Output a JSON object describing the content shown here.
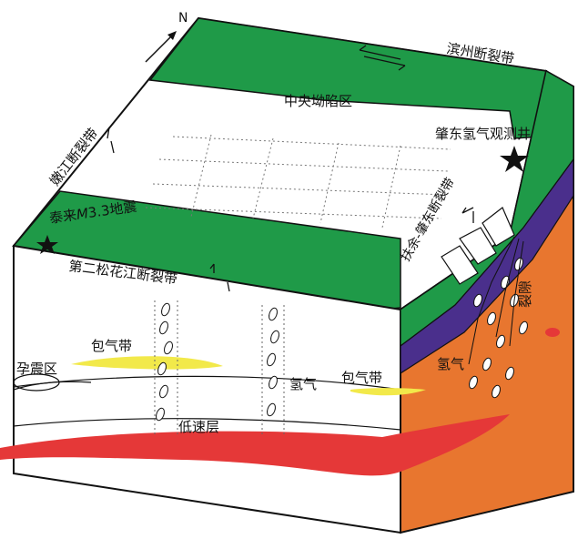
{
  "north_label": "N",
  "labels": {
    "binzhou_fault": "滨州断裂带",
    "central_depression": "中央坳陷区",
    "zhaodong_well": "肇东氢气观测井",
    "nenjiang_fault": "嫩江断裂带",
    "fuyu_zhaodong_fault": "扶余-肇东断裂带",
    "tailai_quake_prefix": "泰来",
    "tailai_quake_mag": "M",
    "tailai_quake_suffix": "3.3地震",
    "second_songhua_fault": "第二松花江断裂带",
    "gas_zone_left": "包气带",
    "gas_zone_right": "包气带",
    "seismogenic_zone": "孕震区",
    "hydrogen_center": "氢气",
    "hydrogen_right": "氢气",
    "low_velocity_layer": "低速层",
    "fractures": "裂隙"
  },
  "colors": {
    "green": "#1f9a48",
    "purple": "#4a2f8c",
    "orange": "#e8762f",
    "red": "#e53838",
    "yellow": "#f2e94a"
  }
}
